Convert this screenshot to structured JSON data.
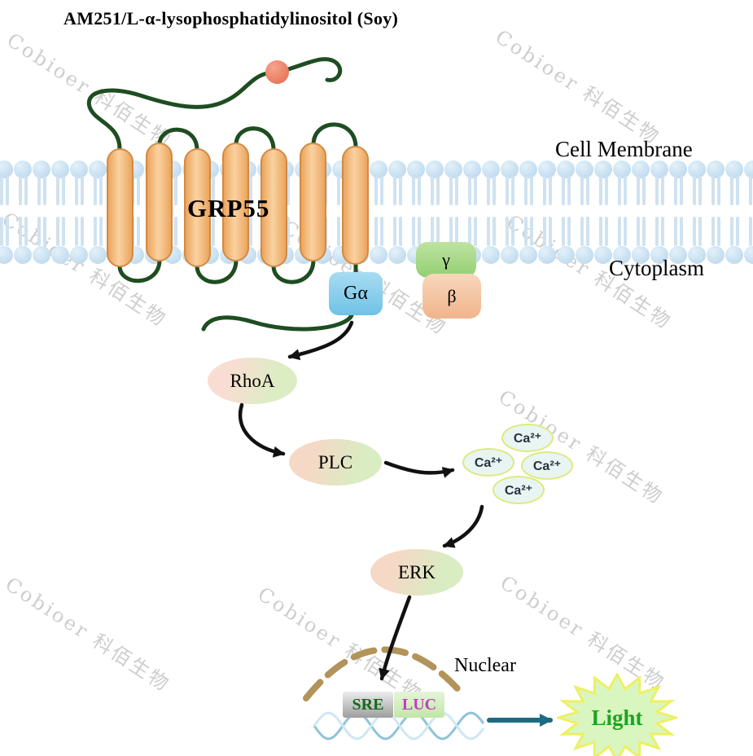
{
  "title": "AM251/L-α-lysophosphatidylinositol (Soy)",
  "watermark": {
    "text": "Cobioer 科佰生物"
  },
  "membrane": {
    "label": "Cell Membrane",
    "cytoplasm_label": "Cytoplasm",
    "lipid_count_per_row": 41
  },
  "receptor": {
    "label": "GRP55",
    "helix_count": 7
  },
  "g_proteins": {
    "alpha": {
      "label": "Gα"
    },
    "gamma": {
      "label": "γ"
    },
    "beta": {
      "label": "β"
    }
  },
  "cascade": {
    "nodes": [
      {
        "id": "rhoa",
        "label": "RhoA"
      },
      {
        "id": "plc",
        "label": "PLC"
      },
      {
        "id": "erk",
        "label": "ERK"
      }
    ],
    "calcium": {
      "label": "Ca²⁺",
      "count": 4
    }
  },
  "nucleus": {
    "label": "Nuclear",
    "sre_label": "SRE",
    "luc_label": "LUC"
  },
  "output": {
    "label": "Light"
  },
  "colors": {
    "helix_fill": "#f3b377",
    "helix_border": "#d28a43",
    "loop_green": "#1e4d21",
    "ligand_red": "#e8684b",
    "galpha_blue": "#7ec9e8",
    "ggamma_green": "#a5d584",
    "gbeta_peach": "#f4c09a",
    "membrane_blue": "#bcd8ec",
    "calcium_border": "#dcea7d",
    "nuclear_envelope_tan": "#b2935a",
    "arrow_black": "#111111",
    "arrow_teal": "#1d6b80",
    "light_text_green": "#1fa31f",
    "star_fill": "#d9f6c0",
    "star_border": "#edf063"
  }
}
